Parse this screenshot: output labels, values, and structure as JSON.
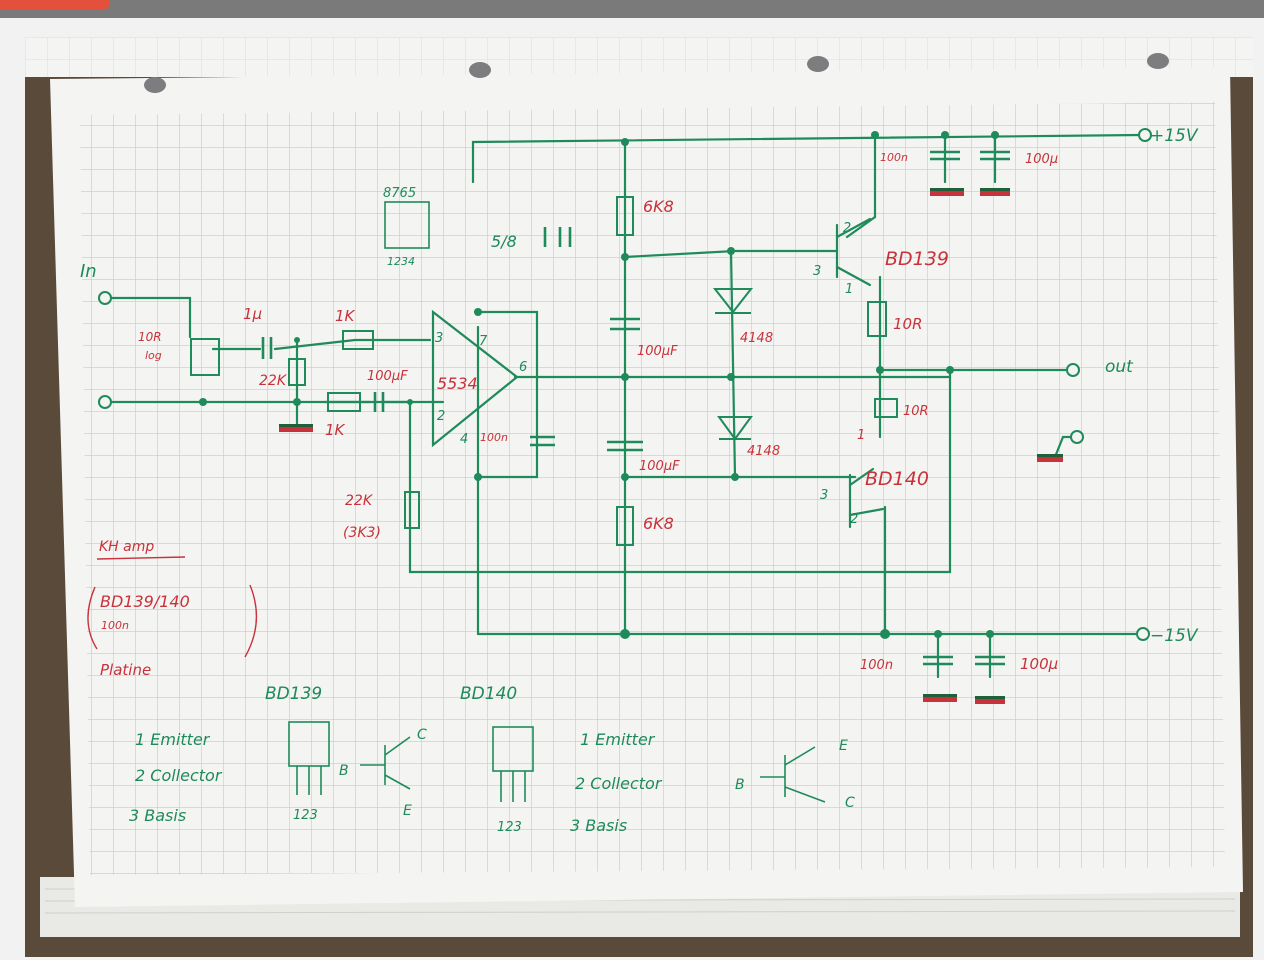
{
  "colors": {
    "ink_green": "#1f8a5a",
    "ink_red": "#c8323a",
    "grid": "#c9d0dc",
    "paper": "#f3f3f1",
    "topbar": "#7a7a7a",
    "accent": "#e5503c"
  },
  "labels": {
    "plus15": "+15V",
    "minus15": "−15V",
    "in": "In",
    "out": "out",
    "pin_top": "8765",
    "pin_bottom": "1234",
    "half_ic": "5/8",
    "opamp": "5534",
    "bd139": "BD139",
    "bd140": "BD140",
    "r_6k8_top": "6K8",
    "r_6k8_bottom": "6K8",
    "d_4148_top": "4148",
    "d_4148_bottom": "4148",
    "c_100uf_top": "100µF",
    "c_100uf_bottom": "100µF",
    "c_100uf_in": "100µF",
    "r_10r_top": "10R",
    "r_10r_bottom": "10R",
    "c_100n_top": "100n",
    "c_100u_top": "100µ",
    "c_100n_bottom": "100n",
    "c_100u_bottom": "100µ",
    "c_100n_op": "100n",
    "c_1u": "1µ",
    "r_1k_a": "1K",
    "r_1k_b": "1K",
    "r_22k_a": "22K",
    "r_22k_b": "22K",
    "r_3k3": "(3K3)",
    "pot_10r": "10R",
    "pot_log": "log",
    "pin3": "3",
    "pin2": "2",
    "pin7": "7",
    "pin6": "6",
    "pin4": "4",
    "bd139_pin2": "2",
    "bd139_pin3": "3",
    "bd139_pin1": "1",
    "bd140_pin1": "1",
    "bd140_pin3": "3",
    "bd140_pin2": "2",
    "hp_amp": "KH amp",
    "note_bd": "BD139/140",
    "note_100n": "100n",
    "note_platine": "Platine",
    "pin_title_139": "BD139",
    "pin_title_140": "BD140",
    "p139_1": "1 Emitter",
    "p139_2": "2 Collector",
    "p139_3": "3 Basis",
    "p139_nums": "123",
    "p139_b": "B",
    "p139_c": "C",
    "p139_e": "E",
    "p140_1": "1  Emitter",
    "p140_2": "2  Collector",
    "p140_3": "3  Basis",
    "p140_nums": "123",
    "p140_b": "B",
    "p140_e": "E",
    "p140_c": "C"
  }
}
